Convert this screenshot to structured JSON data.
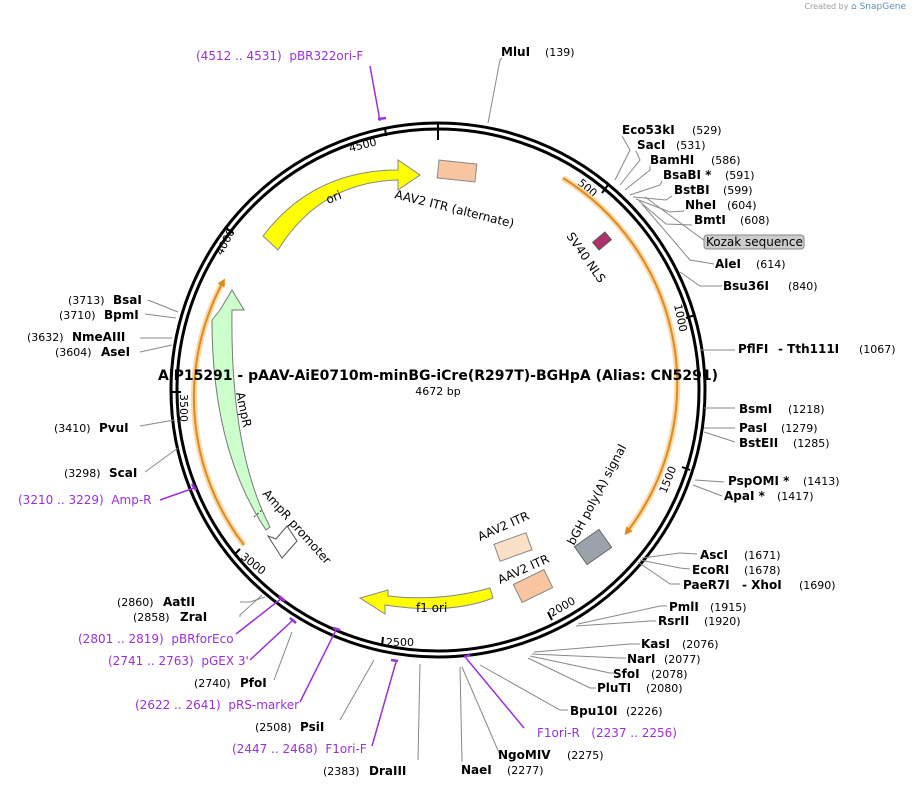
{
  "credit": {
    "prefix": "Created by",
    "brand": "SnapGene"
  },
  "plasmid": {
    "name": "AiP15291 - pAAV-AiE0710m-minBG-iCre(R297T)-BGHpA (Alias: CN5291)",
    "length_bp": 4672,
    "length_label": "4672 bp"
  },
  "ticks": [
    "500",
    "1000",
    "1500",
    "2000",
    "2500",
    "3000",
    "3500",
    "4000",
    "4500"
  ],
  "features": [
    {
      "name": "AAV2 ITR (alternate)",
      "type": "box",
      "color": "#f7c59f"
    },
    {
      "name": "SV40 NLS",
      "type": "box",
      "color": "#b0306a"
    },
    {
      "name": "bGH poly(A) signal",
      "type": "box",
      "color": "#9aa3ab"
    },
    {
      "name": "AAV2 ITR",
      "type": "box",
      "color": "#fbe0c7"
    },
    {
      "name": "AAV2 ITR",
      "type": "box",
      "color": "#f7c59f"
    },
    {
      "name": "f1 ori",
      "type": "arrow",
      "color": "#ffff00"
    },
    {
      "name": "AmpR promoter",
      "type": "arrow",
      "color": "#ffffff"
    },
    {
      "name": "AmpR",
      "type": "arrow",
      "color": "#ccffcc"
    },
    {
      "name": "ori",
      "type": "arrow",
      "color": "#ffff00"
    },
    {
      "name": "Kozak sequence",
      "type": "tag",
      "color": "#cccccc"
    }
  ],
  "sites": [
    {
      "name": "MluI",
      "pos": "(139)"
    },
    {
      "name": "Eco53kI",
      "pos": "(529)"
    },
    {
      "name": "SacI",
      "pos": "(531)"
    },
    {
      "name": "BamHI",
      "pos": "(586)"
    },
    {
      "name": "BsaBI *",
      "pos": "(591)"
    },
    {
      "name": "BstBI",
      "pos": "(599)"
    },
    {
      "name": "NheI",
      "pos": "(604)"
    },
    {
      "name": "BmtI",
      "pos": "(608)"
    },
    {
      "name": "AleI",
      "pos": "(614)"
    },
    {
      "name": "Bsu36I",
      "pos": "(840)"
    },
    {
      "name": "PflFI",
      "pos": ""
    },
    {
      "name": "- Tth111I",
      "pos": "(1067)"
    },
    {
      "name": "BsmI",
      "pos": "(1218)"
    },
    {
      "name": "PasI",
      "pos": "(1279)"
    },
    {
      "name": "BstEII",
      "pos": "(1285)"
    },
    {
      "name": "PspOMI *",
      "pos": "(1413)"
    },
    {
      "name": "ApaI *",
      "pos": "(1417)"
    },
    {
      "name": "AscI",
      "pos": "(1671)"
    },
    {
      "name": "EcoRI",
      "pos": "(1678)"
    },
    {
      "name": "PaeR7I",
      "pos": ""
    },
    {
      "name": "- XhoI",
      "pos": "(1690)"
    },
    {
      "name": "PmlI",
      "pos": "(1915)"
    },
    {
      "name": "RsrII",
      "pos": "(1920)"
    },
    {
      "name": "KasI",
      "pos": "(2076)"
    },
    {
      "name": "NarI",
      "pos": "(2077)"
    },
    {
      "name": "SfoI",
      "pos": "(2078)"
    },
    {
      "name": "PluTI",
      "pos": "(2080)"
    },
    {
      "name": "Bpu10I",
      "pos": "(2226)"
    },
    {
      "name": "NgoMIV",
      "pos": "(2275)"
    },
    {
      "name": "NaeI",
      "pos": "(2277)"
    },
    {
      "name": "DraIII",
      "pos": "(2383)"
    },
    {
      "name": "PsiI",
      "pos": "(2508)"
    },
    {
      "name": "PfoI",
      "pos": "(2740)"
    },
    {
      "name": "ZraI",
      "pos": "(2858)"
    },
    {
      "name": "AatII",
      "pos": "(2860)"
    },
    {
      "name": "ScaI",
      "pos": "(3298)"
    },
    {
      "name": "PvuI",
      "pos": "(3410)"
    },
    {
      "name": "AseI",
      "pos": "(3604)"
    },
    {
      "name": "NmeAIII",
      "pos": "(3632)"
    },
    {
      "name": "BpmI",
      "pos": "(3710)"
    },
    {
      "name": "BsaI",
      "pos": "(3713)"
    }
  ],
  "primers": [
    {
      "label": "(4512 .. 4531)  pBR322ori-F"
    },
    {
      "label": "(3210 .. 3229)  Amp-R"
    },
    {
      "label": "(2801 .. 2819)  pBRforEco"
    },
    {
      "label": "(2741 .. 2763)  pGEX 3'"
    },
    {
      "label": "(2622 .. 2641)  pRS-marker"
    },
    {
      "label": "(2447 .. 2468)  F1ori-F"
    },
    {
      "label": "F1ori-R   (2237 .. 2256)"
    }
  ]
}
